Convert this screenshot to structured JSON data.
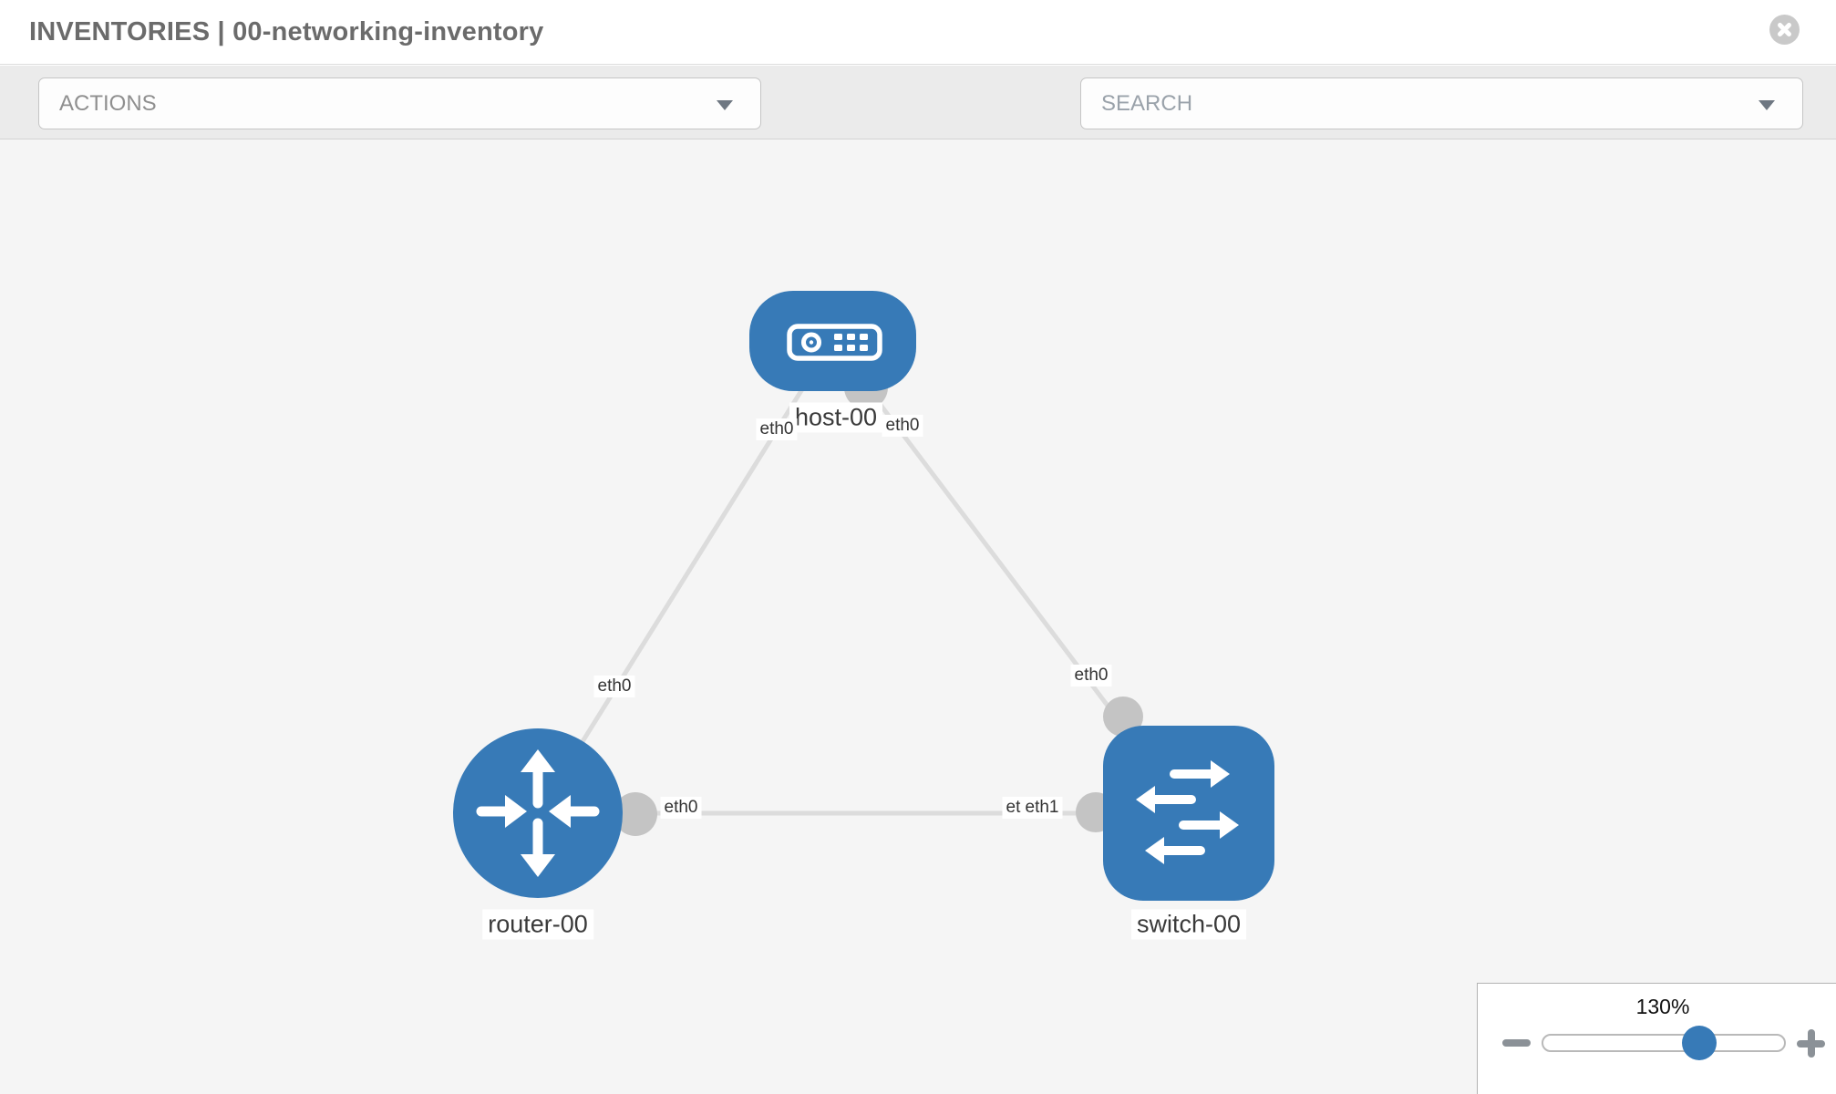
{
  "header": {
    "title": "INVENTORIES | 00-networking-inventory"
  },
  "toolbar": {
    "actions_label": "ACTIONS",
    "search_placeholder": "SEARCH"
  },
  "icons": {
    "close": "circle-x",
    "wrench": "wrench",
    "key": "key",
    "actions_caret": "caret-down",
    "search_caret": "caret-down",
    "zoom_out": "minus",
    "zoom_in": "plus"
  },
  "colors": {
    "node_blue": "#377ab7",
    "link_gray": "#dcdcdc",
    "connector_gray": "#c4c4c4",
    "toolbar_bg": "#ebebeb",
    "canvas_bg": "#f5f5f5"
  },
  "diagram": {
    "nodes": [
      {
        "label": "host-00",
        "type": "host"
      },
      {
        "label": "router-00",
        "type": "router"
      },
      {
        "label": "switch-00",
        "type": "switch"
      }
    ],
    "links": [
      {
        "from": "router-00",
        "to": "host-00",
        "from_interface": "eth0",
        "to_interface": "eth0"
      },
      {
        "from": "host-00",
        "to": "switch-00",
        "from_interface": "eth0",
        "to_interface": "eth0"
      },
      {
        "from": "router-00",
        "to": "switch-00",
        "from_interface": "eth0",
        "to_interface": "eth1"
      }
    ],
    "interface_labels": {
      "host_left": "eth0",
      "host_right": "eth0",
      "router_upper": "eth0",
      "router_right": "eth0",
      "switch_upper": "eth0",
      "switch_left_back": "eth0",
      "switch_left_front": "eth1"
    }
  },
  "zoom_control": {
    "value": "130%"
  }
}
